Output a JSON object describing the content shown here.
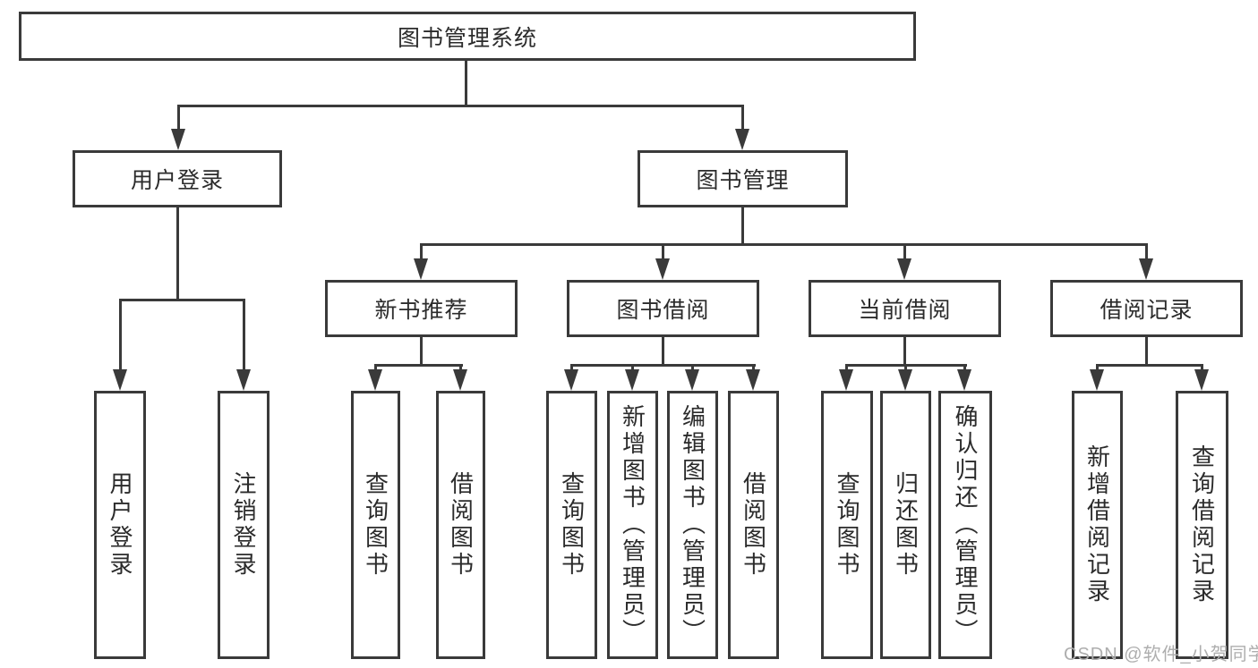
{
  "tree": {
    "root": {
      "label": "图书管理系统",
      "children": [
        {
          "label": "用户登录",
          "children": [
            {
              "label": "用户登录"
            },
            {
              "label": "注销登录"
            }
          ]
        },
        {
          "label": "图书管理",
          "children": [
            {
              "label": "新书推荐",
              "children": [
                {
                  "label": "查询图书"
                },
                {
                  "label": "借阅图书"
                }
              ]
            },
            {
              "label": "图书借阅",
              "children": [
                {
                  "label": "查询图书"
                },
                {
                  "label": "新增图书（管理员）"
                },
                {
                  "label": "编辑图书（管理员）"
                },
                {
                  "label": "借阅图书"
                }
              ]
            },
            {
              "label": "当前借阅",
              "children": [
                {
                  "label": "查询图书"
                },
                {
                  "label": "归还图书"
                },
                {
                  "label": "确认归还（管理员）"
                }
              ]
            },
            {
              "label": "借阅记录",
              "children": [
                {
                  "label": "新增借阅记录"
                },
                {
                  "label": "查询借阅记录"
                }
              ]
            }
          ]
        }
      ]
    }
  },
  "watermark": {
    "text": "CSDN @软件_小贺同学"
  },
  "colors": {
    "line": "#3a3a3a",
    "text": "#2b2b2b",
    "watermark": "#aeaeae",
    "background": "#ffffff"
  }
}
